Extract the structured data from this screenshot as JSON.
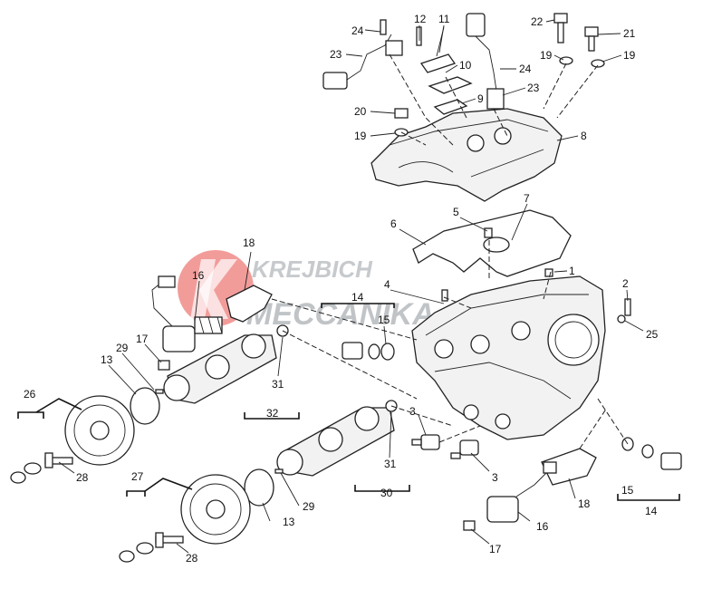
{
  "watermark": {
    "line1": "KREJBICH",
    "line2": "MECCANIKA",
    "logo_color": "#e53935"
  },
  "labels": [
    {
      "id": "24a",
      "text": "24"
    },
    {
      "id": "12",
      "text": "12"
    },
    {
      "id": "11",
      "text": "11"
    },
    {
      "id": "22",
      "text": "22"
    },
    {
      "id": "21",
      "text": "21"
    },
    {
      "id": "23a",
      "text": "23"
    },
    {
      "id": "10",
      "text": "10"
    },
    {
      "id": "24b",
      "text": "24"
    },
    {
      "id": "19a",
      "text": "19"
    },
    {
      "id": "19b",
      "text": "19"
    },
    {
      "id": "9",
      "text": "9"
    },
    {
      "id": "23b",
      "text": "23"
    },
    {
      "id": "20",
      "text": "20"
    },
    {
      "id": "19c",
      "text": "19"
    },
    {
      "id": "8",
      "text": "8"
    },
    {
      "id": "7",
      "text": "7"
    },
    {
      "id": "5",
      "text": "5"
    },
    {
      "id": "6",
      "text": "6"
    },
    {
      "id": "18a",
      "text": "18"
    },
    {
      "id": "16a",
      "text": "16"
    },
    {
      "id": "1",
      "text": "1"
    },
    {
      "id": "4",
      "text": "4"
    },
    {
      "id": "14a",
      "text": "14"
    },
    {
      "id": "15a",
      "text": "15"
    },
    {
      "id": "2",
      "text": "2"
    },
    {
      "id": "25",
      "text": "25"
    },
    {
      "id": "17a",
      "text": "17"
    },
    {
      "id": "29a",
      "text": "29"
    },
    {
      "id": "13a",
      "text": "13"
    },
    {
      "id": "31a",
      "text": "31"
    },
    {
      "id": "26",
      "text": "26"
    },
    {
      "id": "32",
      "text": "32"
    },
    {
      "id": "3a",
      "text": "3"
    },
    {
      "id": "28a",
      "text": "28"
    },
    {
      "id": "31b",
      "text": "31"
    },
    {
      "id": "3b",
      "text": "3"
    },
    {
      "id": "15b",
      "text": "15"
    },
    {
      "id": "27",
      "text": "27"
    },
    {
      "id": "18b",
      "text": "18"
    },
    {
      "id": "30",
      "text": "30"
    },
    {
      "id": "14b",
      "text": "14"
    },
    {
      "id": "29b",
      "text": "29"
    },
    {
      "id": "13b",
      "text": "13"
    },
    {
      "id": "16b",
      "text": "16"
    },
    {
      "id": "28b",
      "text": "28"
    },
    {
      "id": "17b",
      "text": "17"
    }
  ]
}
